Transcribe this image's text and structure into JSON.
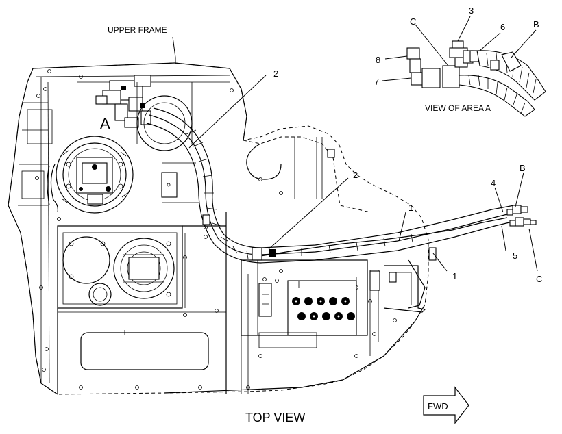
{
  "labels": {
    "upper_frame": "UPPER FRAME",
    "view_of_area_a": "VIEW OF AREA A",
    "top_view": "TOP VIEW",
    "fwd": "FWD",
    "area_a": "A"
  },
  "callouts": {
    "c1a": "1",
    "c1b": "1",
    "c2a": "2",
    "c2b": "2",
    "c3": "3",
    "c4": "4",
    "c5": "5",
    "c6": "6",
    "c7": "7",
    "c8": "8",
    "cB_detail": "B",
    "cC_detail": "C",
    "cB_main": "B",
    "cC_main": "C"
  }
}
